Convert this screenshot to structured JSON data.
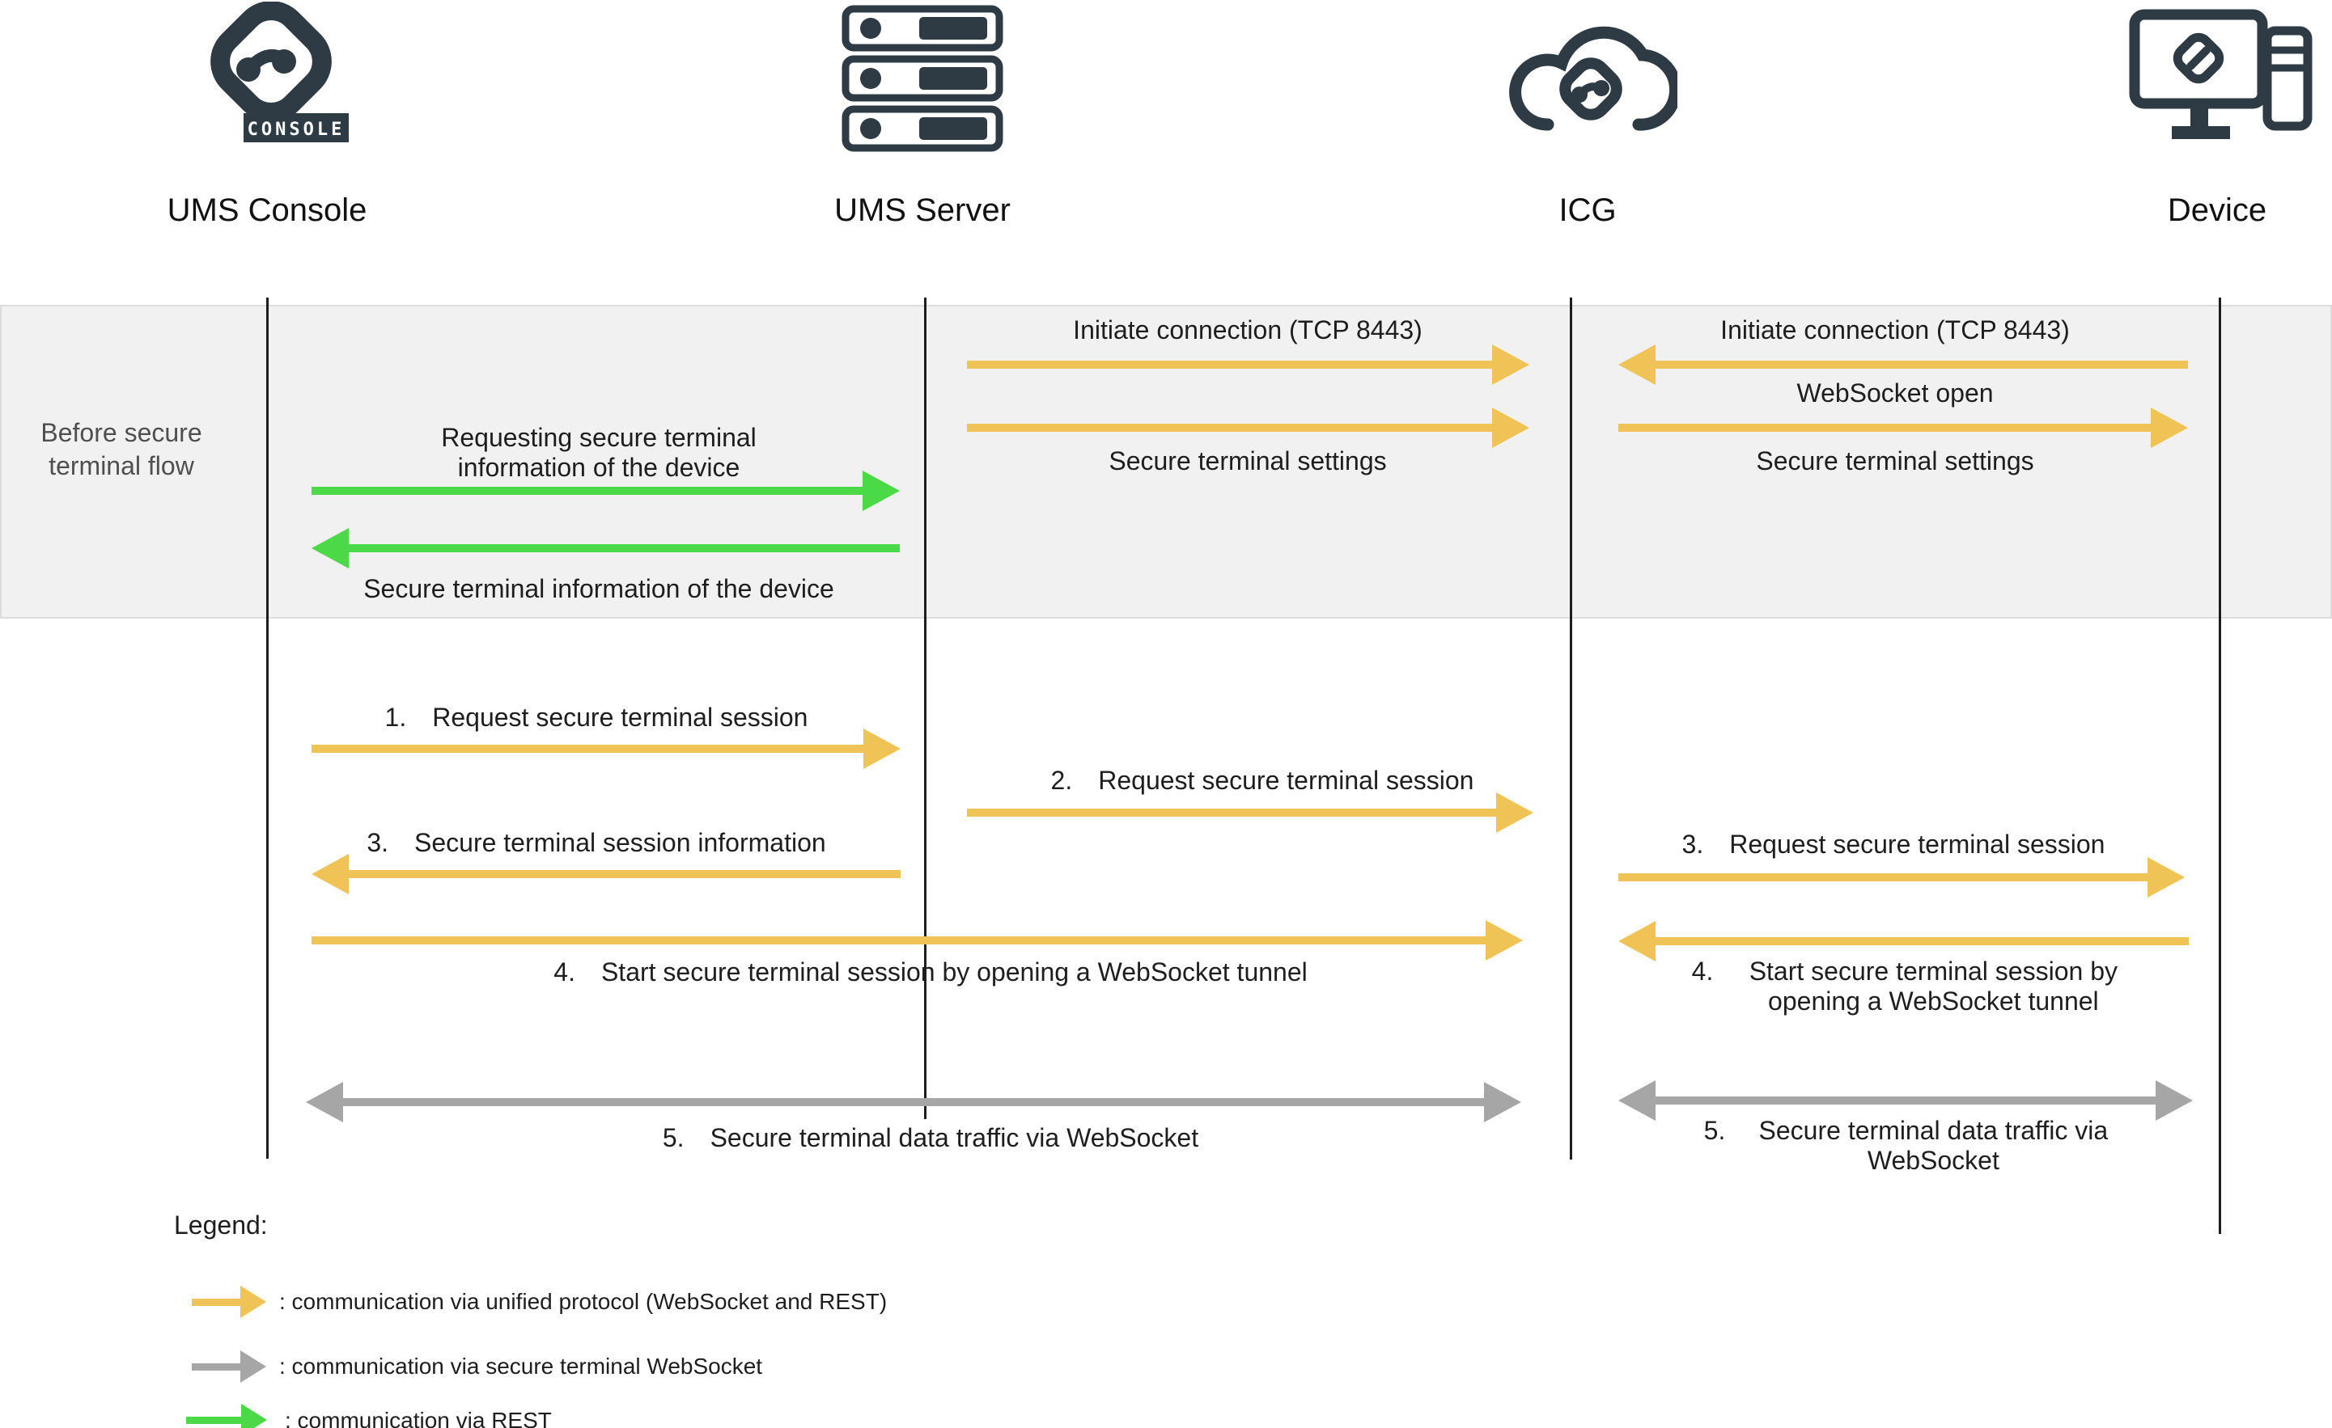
{
  "actors": {
    "console": {
      "label": "UMS Console",
      "badge": "CONSOLE"
    },
    "server": {
      "label": "UMS Server"
    },
    "icg": {
      "label": "ICG"
    },
    "device": {
      "label": "Device"
    }
  },
  "phase_band": {
    "label": "Before secure terminal flow"
  },
  "band_messages": {
    "console_server_request": "Requesting secure terminal information of the device",
    "console_server_response": "Secure terminal information of the device",
    "server_icg_initiate": "Initiate connection (TCP 8443)",
    "server_icg_settings": "Secure terminal settings",
    "device_icg_initiate": "Initiate connection (TCP 8443)",
    "device_icg_websocket": "WebSocket open",
    "icg_device_settings": "Secure terminal settings"
  },
  "steps": {
    "step1": {
      "num": "1.",
      "text": "Request secure terminal session"
    },
    "step2": {
      "num": "2.",
      "text": "Request secure terminal session"
    },
    "step3_left": {
      "num": "3.",
      "text": "Secure terminal session information"
    },
    "step3_right": {
      "num": "3.",
      "text": "Request secure terminal session"
    },
    "step4_left": {
      "num": "4.",
      "text": "Start secure terminal session by opening a WebSocket tunnel"
    },
    "step4_right": {
      "num": "4.",
      "text": "Start secure terminal session by opening a WebSocket tunnel"
    },
    "step5_left": {
      "num": "5.",
      "text": "Secure terminal data traffic via WebSocket"
    },
    "step5_right": {
      "num": "5.",
      "text": "Secure terminal data traffic via WebSocket"
    }
  },
  "legend": {
    "title": "Legend:",
    "items": [
      {
        "icon": "yellow-arrow",
        "color": "#EFC355",
        "label": ": communication via unified protocol (WebSocket and REST)"
      },
      {
        "icon": "gray-arrow",
        "color": "#A6A6A6",
        "label": ": communication via secure terminal WebSocket"
      },
      {
        "icon": "green-arrow",
        "color": "#4CD948",
        "label": ": communication via REST"
      }
    ]
  },
  "colors": {
    "arrow_yellow": "#EFC355",
    "arrow_green": "#4CD948",
    "arrow_gray": "#A6A6A6",
    "icon_dark": "#2E3B44",
    "band_background": "#F1F1F1"
  }
}
